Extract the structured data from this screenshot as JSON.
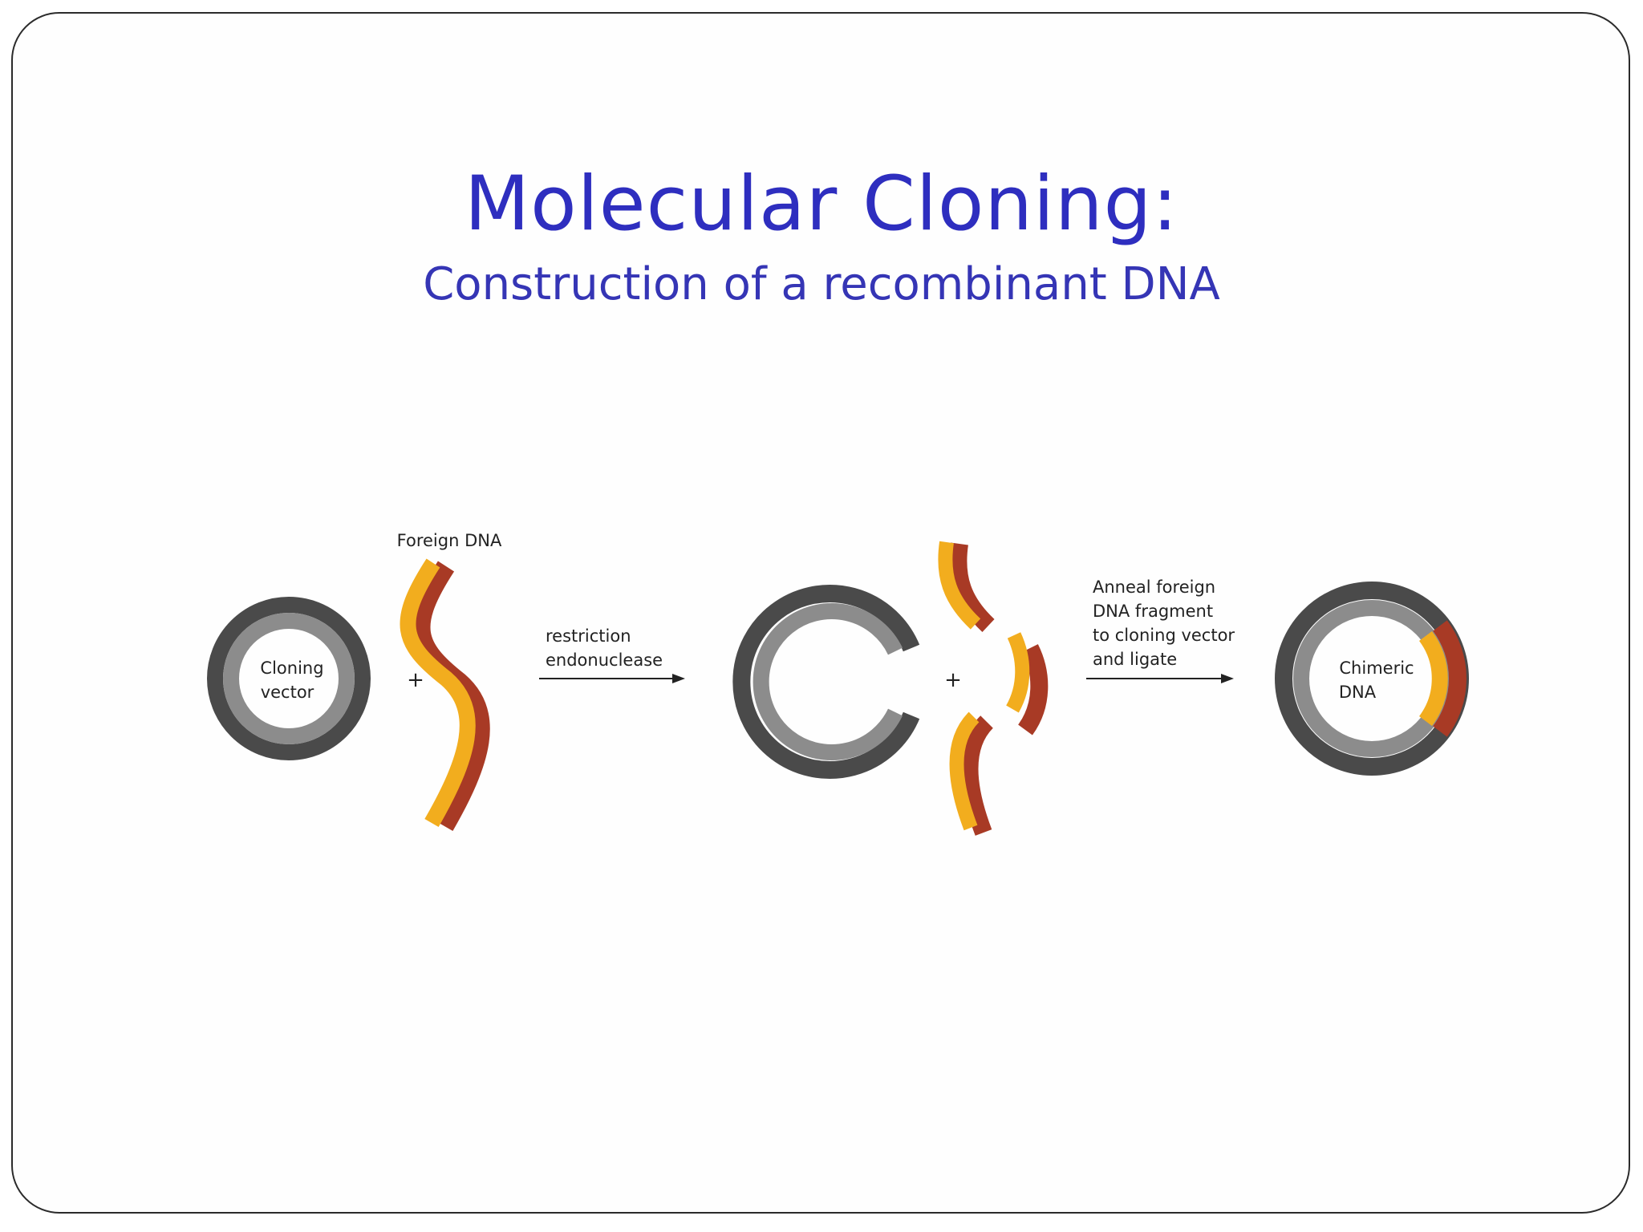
{
  "slide": {
    "title": "Molecular Cloning:",
    "subtitle": "Construction of a recombinant DNA"
  },
  "diagram": {
    "cloning_vector_label": [
      "Cloning",
      "vector"
    ],
    "foreign_dna_label": "Foreign DNA",
    "plus_sign": "+",
    "step1_label": [
      "restriction",
      "endonuclease"
    ],
    "step2_label": [
      "Anneal foreign",
      "DNA fragment",
      "to cloning vector",
      "and ligate"
    ],
    "chimeric_label": [
      "Chimeric",
      "DNA"
    ],
    "colors": {
      "outer_strand": "#4a4a4a",
      "inner_strand": "#8c8c8c",
      "foreign_yellow": "#f2ad1e",
      "foreign_red": "#a83a25",
      "title": "#2e2ebf"
    }
  }
}
